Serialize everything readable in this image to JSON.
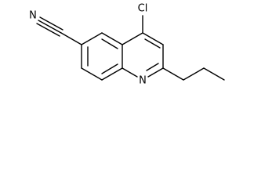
{
  "molecule": {
    "atoms": {
      "chlorine": "Cl",
      "ring_nitrogen": "N",
      "nitrile_nitrogen": "N"
    },
    "colors": {
      "bond": "#000000",
      "label": "#000000",
      "background": "#ffffff"
    }
  }
}
